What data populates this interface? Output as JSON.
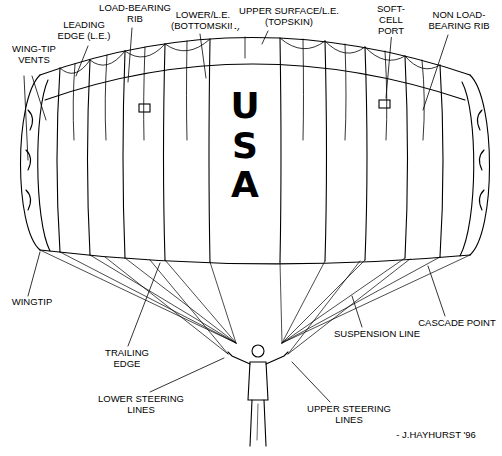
{
  "diagram": {
    "labels": [
      "WING-TIP VENTS",
      "LOAD-BEARING RIB",
      "LEADING EDGE (L.E.)",
      "LOWER/L.E. (BOTTOMSKIN)",
      "UPPER SURFACE/L.E. (TOPSKIN)",
      "SOFT-CELL PORT",
      "NON LOAD-BEARING RIB",
      "USA",
      "WINGTIP",
      "TRAILING EDGE",
      "SUSPENSION LINE",
      "CASCADE POINT",
      "LOWER STEERING LINES",
      "UPPER STEERING LINES",
      "- J.HAYHURST '96"
    ]
  }
}
